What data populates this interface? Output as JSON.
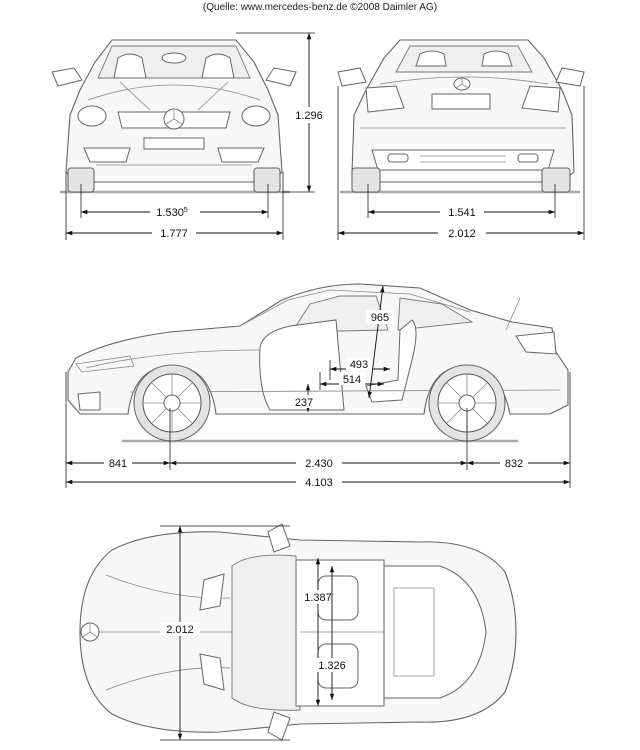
{
  "credit": "(Quelle: www.mercedes-benz.de ©2008 Daimler AG)",
  "front_view": {
    "height": "1.296",
    "track": "1.530",
    "track_sup": "5",
    "width": "1.777"
  },
  "rear_view": {
    "track": "1.541",
    "width_mirrors": "2.012"
  },
  "side_view": {
    "headroom": "965",
    "seat_to_dash": "493",
    "seat_depth": "514",
    "seat_height": "237",
    "front_overhang": "841",
    "wheelbase": "2.430",
    "rear_overhang": "832",
    "length": "4.103"
  },
  "top_view": {
    "width_mirrors": "2.012",
    "shoulder_width": "1.387",
    "elbow_width": "1.326"
  }
}
